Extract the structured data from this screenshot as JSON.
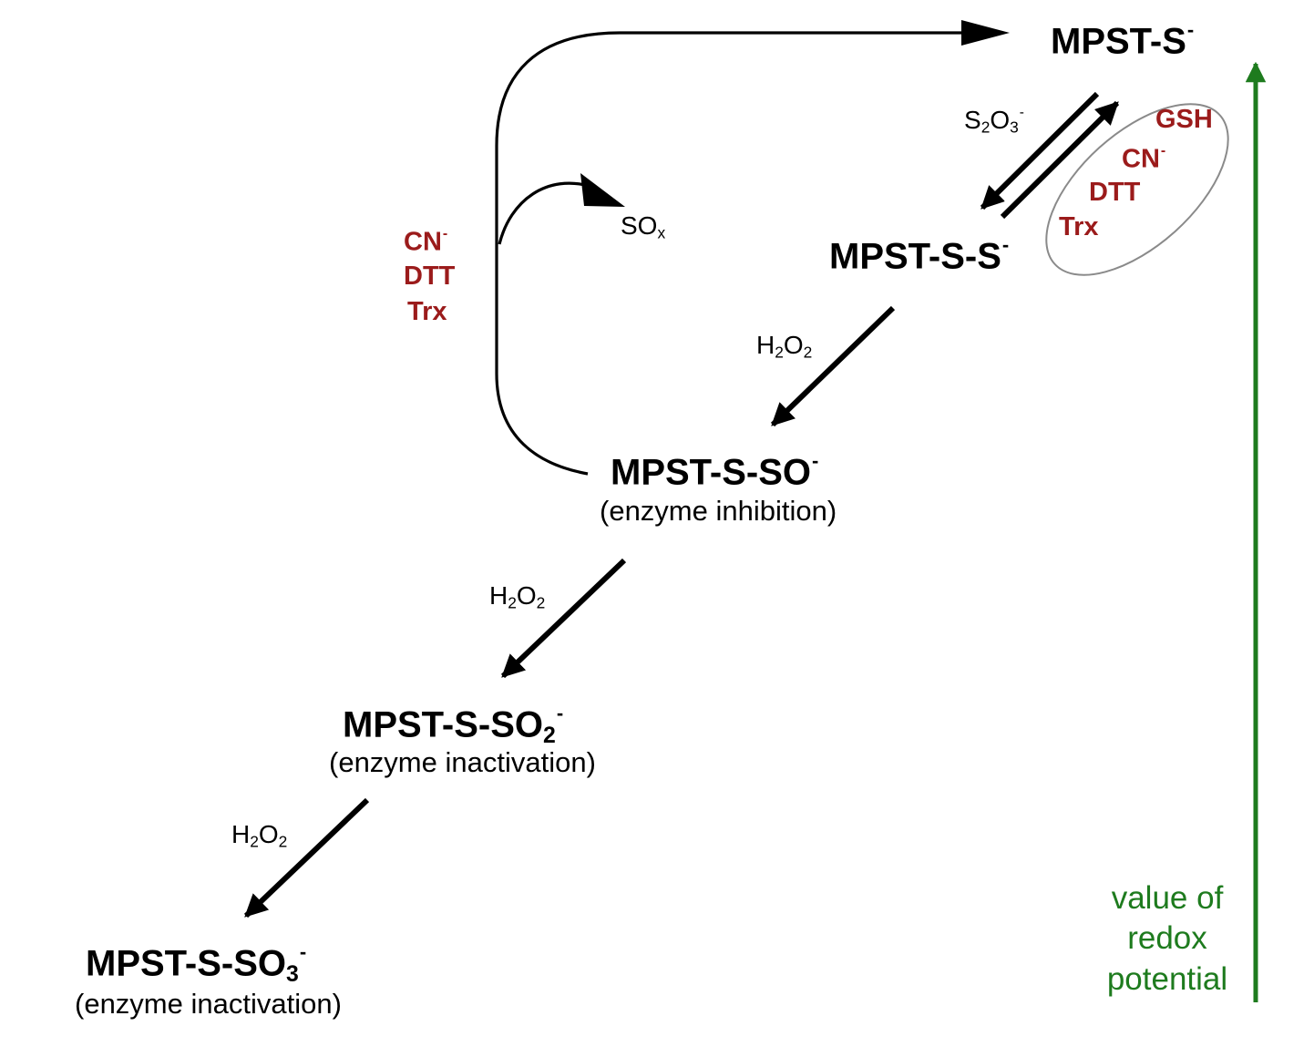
{
  "species": {
    "mpst_s": {
      "base": "MPST-S",
      "charge": "-"
    },
    "mpst_s_s": {
      "base": "MPST-S-S",
      "charge": "-"
    },
    "mpst_s_so": {
      "base": "MPST-S-SO",
      "charge": "-",
      "note": "(enzyme inhibition)"
    },
    "mpst_s_so2": {
      "base": "MPST-S-SO",
      "sub": "2",
      "charge": "-",
      "note": "(enzyme inactivation)"
    },
    "mpst_s_so3": {
      "base": "MPST-S-SO",
      "sub": "3",
      "charge": "-",
      "note": "(enzyme inactivation)"
    }
  },
  "reagents": {
    "thiosulfate": {
      "s": "S",
      "s_sub": "2",
      "o": "O",
      "o_sub": "3",
      "charge": "-"
    },
    "sox": {
      "base": "SO",
      "sub": "x"
    },
    "h2o2": {
      "h": "H",
      "h_sub": "2",
      "o": "O",
      "o_sub": "2"
    }
  },
  "reductants_left": [
    {
      "text": "CN",
      "sup": "-"
    },
    {
      "text": "DTT",
      "sup": ""
    },
    {
      "text": "Trx",
      "sup": ""
    }
  ],
  "reductants_oval": [
    {
      "text": "GSH",
      "sup": ""
    },
    {
      "text": "CN",
      "sup": "-"
    },
    {
      "text": "DTT",
      "sup": ""
    },
    {
      "text": "Trx",
      "sup": ""
    }
  ],
  "axis_label": [
    "value of",
    "redox",
    "potential"
  ],
  "colors": {
    "reductant_red": "#9b1b1b",
    "redox_green": "#1e7b1e",
    "arrow_black": "#000000",
    "oval_gray": "#8a8a8a"
  }
}
